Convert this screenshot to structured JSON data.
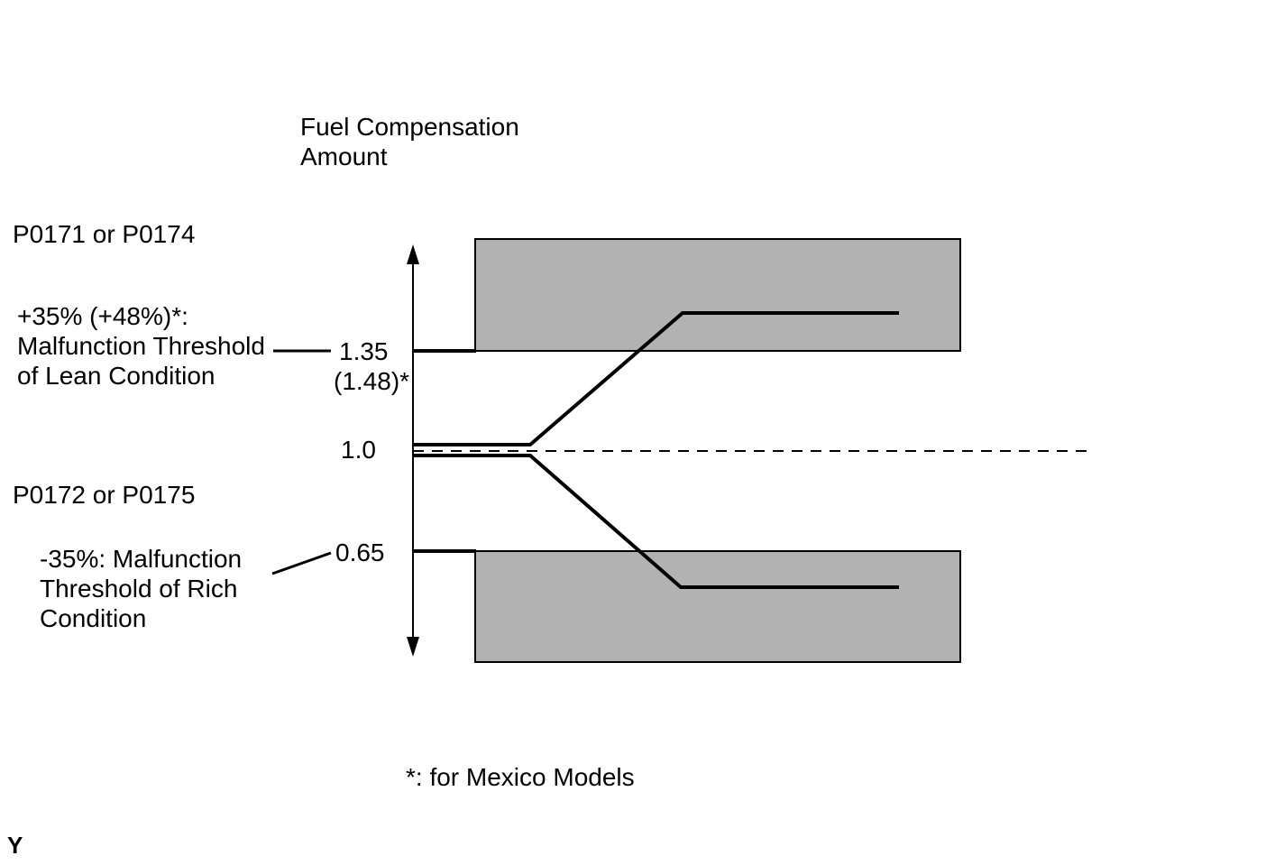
{
  "page": {
    "background": "#ffffff",
    "page_marker": "Y"
  },
  "diagram": {
    "axis_title": "Fuel Compensation\nAmount",
    "footnote": "*: for Mexico Models",
    "labels": {
      "lean_codes": "P0171 or P0174",
      "lean_threshold": "+35% (+48%)*:\nMalfunction Threshold\nof Lean Condition",
      "rich_codes": "P0172 or P0175",
      "rich_threshold": "-35%: Malfunction\nThreshold of Rich\nCondition"
    },
    "ticks": {
      "lean": "1.35",
      "lean_mexico": "(1.48)*",
      "nominal": "1.0",
      "rich": "0.65"
    },
    "values": {
      "lean_threshold_factor": 1.35,
      "lean_threshold_factor_mexico": 1.48,
      "nominal_factor": 1.0,
      "rich_threshold_factor": 0.65
    },
    "colors": {
      "zone_fill": "#b2b2b2",
      "stroke": "#000000"
    }
  }
}
